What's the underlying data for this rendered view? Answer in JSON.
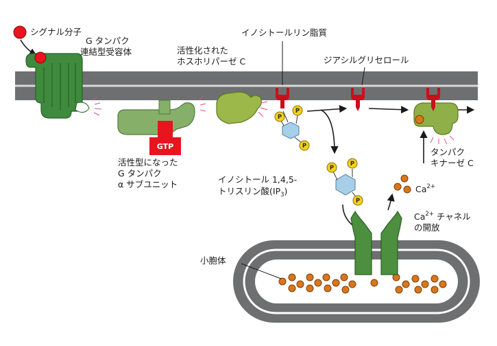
{
  "labels": {
    "signal_molecule": "シグナル分子",
    "receptor": [
      "G タンパク",
      "連結型受容体"
    ],
    "plc": [
      "活性化された",
      "ホスホリパーゼ C"
    ],
    "inositol_lipid": "イノシトールリン脂質",
    "dag": "ジアシルグリセロール",
    "g_alpha": [
      "活性型になった",
      "G タンパク",
      "α サブユニット"
    ],
    "gtp": "GTP",
    "ip3_main": "イノシトール 1,4,5-",
    "ip3_line2": "トリスリン酸(IP",
    "ip3_sub": "3",
    "ip3_close": ")",
    "pkc": [
      "タンパク",
      "キナーゼ C"
    ],
    "ca": "Ca",
    "ca_sup": "2+",
    "ca_channel_main": "Ca",
    "ca_channel_sup": "2+",
    "ca_channel_rest": " チャネル",
    "ca_channel_line2": "の開放",
    "er": "小胞体",
    "phosphate": "P"
  },
  "colors": {
    "membrane": "#6d6f70",
    "membrane_line": "#d9d9d9",
    "receptor": "#3f8a3c",
    "receptor_dark": "#25602a",
    "g_alpha": "#86b06a",
    "plc": "#9cb84a",
    "pkc": "#8fb048",
    "signal": "#e8141e",
    "lipid_head": "#c8101a",
    "gtp": "#e8141e",
    "phosphate": "#f5d21a",
    "inositol": "#a8cfe8",
    "calcium": "#d9761c",
    "channel": "#4b8f3f",
    "er_outer": "#6d6f70",
    "er_lumen": "#ffffff",
    "glow": "#e0508a"
  }
}
